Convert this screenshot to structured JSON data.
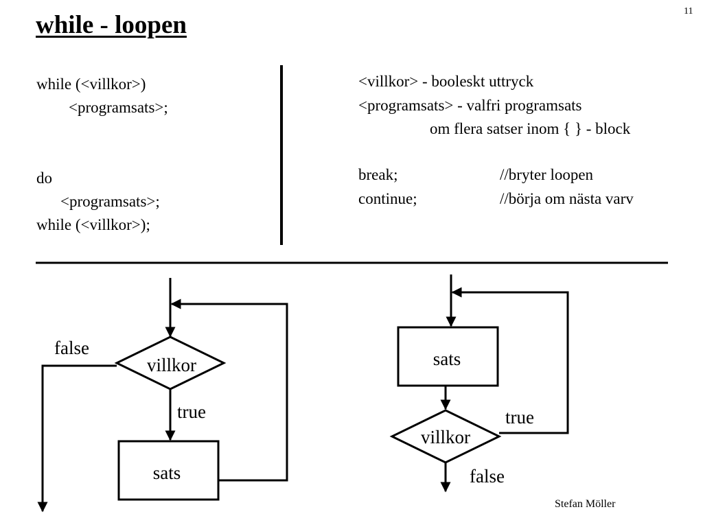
{
  "slide": {
    "title": "while - loopen",
    "number": "11",
    "footer": "Stefan Möller"
  },
  "left_code": {
    "line1": "while (<villkor>)",
    "line2": "<programsats>;",
    "line3": "do",
    "line4": "<programsats>;",
    "line5": "while (<villkor>);"
  },
  "right_notes": {
    "line1": "<villkor> - booleskt uttryck",
    "line2": "<programsats> - valfri programsats",
    "line3": "om flera satser inom { } - block",
    "break_kw": "break;",
    "break_comment": "//bryter loopen",
    "continue_kw": "continue;",
    "continue_comment": "//börja om nästa varv"
  },
  "flow_while": {
    "condition": "villkor",
    "false_label": "false",
    "true_label": "true",
    "statement": "sats"
  },
  "flow_do": {
    "statement": "sats",
    "condition": "villkor",
    "true_label": "true",
    "false_label": "false"
  }
}
